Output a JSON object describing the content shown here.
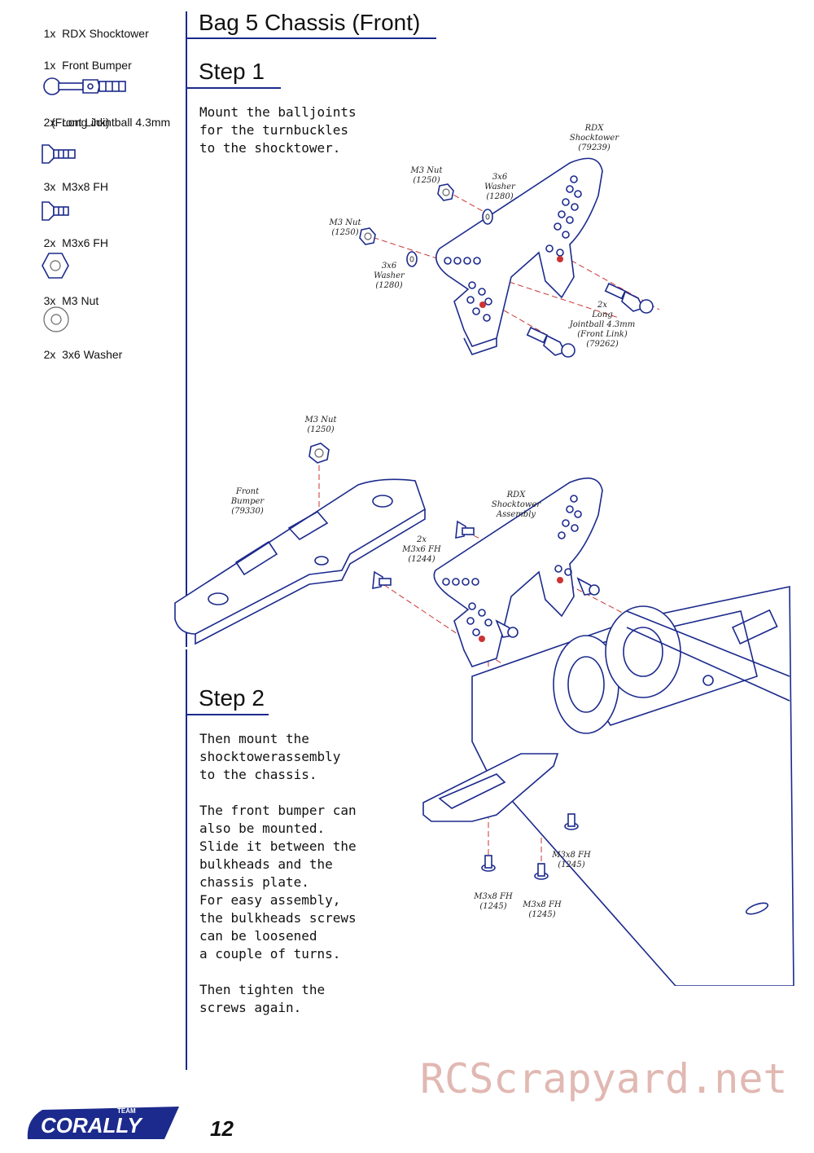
{
  "parts_list": [
    {
      "qty": "1x",
      "name": "RDX Shocktower",
      "icon": "shocktower-icon"
    },
    {
      "qty": "1x",
      "name": "Front Bumper",
      "icon": "bumper-icon"
    },
    {
      "qty": "2x",
      "name": "Long Jointball 4.3mm",
      "name2": "(Front Link)",
      "icon": "jointball-icon"
    },
    {
      "qty": "3x",
      "name": "M3x8 FH",
      "icon": "screw-m3x8-icon"
    },
    {
      "qty": "2x",
      "name": "M3x6 FH",
      "icon": "screw-m3x6-icon"
    },
    {
      "qty": "3x",
      "name": "M3 Nut",
      "icon": "nut-icon"
    },
    {
      "qty": "2x",
      "name": "3x6 Washer",
      "icon": "washer-icon"
    }
  ],
  "page_title": "Bag 5 Chassis (Front)",
  "step1": {
    "heading": "Step 1",
    "text": "Mount the balljoints\nfor the turnbuckles\nto the shocktower.",
    "labels": {
      "shocktower": "RDX\nShocktower\n(79239)",
      "nut_a": "M3 Nut\n(1250)",
      "washer_a": "3x6\nWasher\n(1280)",
      "nut_b": "M3 Nut\n(1250)",
      "washer_b": "3x6\nWasher\n(1280)",
      "jointball": "2x\nLong\nJointball 4.3mm\n(Front Link)\n(79262)"
    }
  },
  "step2": {
    "heading": "Step 2",
    "text": "Then mount the\nshocktowerassembly\nto the chassis.\n\nThe front bumper can\nalso be mounted.\nSlide it between the\nbulkheads and the\nchassis plate.\nFor easy assembly,\nthe bulkheads screws\ncan be loosened\na couple of turns.\n\nThen tighten the\nscrews again.",
    "labels": {
      "nut": "M3 Nut\n(1250)",
      "bumper": "Front\nBumper\n(79330)",
      "shocktower_assembly": "RDX\nShocktower\nAssembly",
      "screws_m3x6": "2x\nM3x6 FH\n(1244)",
      "screw_a": "M3x8 FH\n(1245)",
      "screw_b": "M3x8 FH\n(1245)",
      "screw_c": "M3x8 FH\n(1245)"
    }
  },
  "watermark": "RCScrapyard.net",
  "page_number": "12",
  "logo_text": "CORALLY",
  "logo_team": "TEAM",
  "colors": {
    "accent": "#1b2a8c",
    "watermark": "#e1b8b2",
    "marker": "#cc3333"
  }
}
